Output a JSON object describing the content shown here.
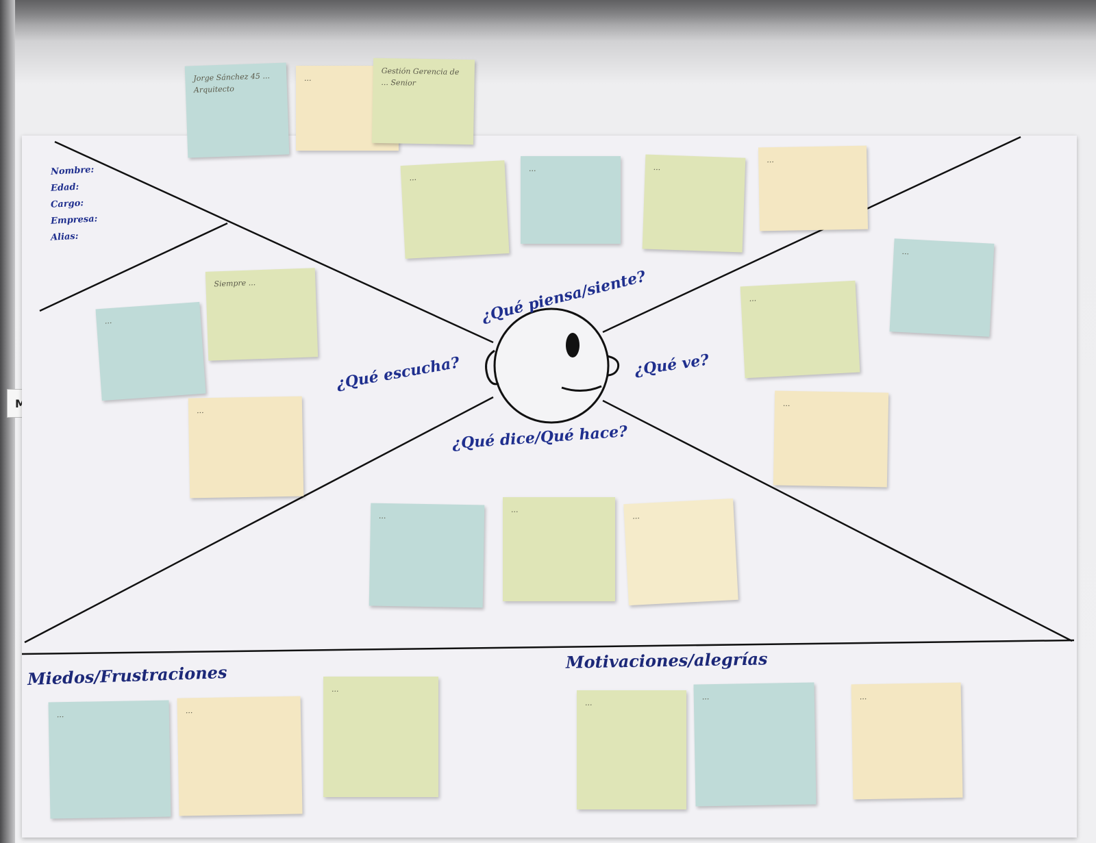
{
  "photo": {
    "description_labels": {
      "persona_fields": [
        "Nombre:",
        "Edad:",
        "Cargo:",
        "Empresa:",
        "Alias:"
      ],
      "questions": {
        "thinks_feels": "¿Qué piensa/siente?",
        "hears": "¿Qué escucha?",
        "sees": "¿Qué ve?",
        "says_does": "¿Qué dice/Qué hace?"
      },
      "sections": {
        "pains": "Miedos/Frustraciones",
        "gains": "Motivaciones/alegrías"
      }
    },
    "colors": {
      "wall": "#f0f0f2",
      "board": "#f2f1f5",
      "ink_lines": "#111111",
      "ink_marker": "#1f2f8e",
      "note_green": "#dfe5b7",
      "note_blue": "#bfdbd8",
      "note_yellow": "#f4e7c2"
    },
    "notes": {
      "persona": [
        {
          "color": "blue",
          "text": "Jorge Sánchez 45 ... Arquitecto"
        },
        {
          "color": "yellow",
          "text": "..."
        },
        {
          "color": "green",
          "text": "Gestión Gerencia de ... Senior"
        }
      ],
      "thinks": [
        {
          "color": "green",
          "text": "..."
        },
        {
          "color": "blue",
          "text": "..."
        },
        {
          "color": "green",
          "text": "..."
        },
        {
          "color": "yellow",
          "text": "..."
        }
      ],
      "hears": [
        {
          "color": "green",
          "text": "Siempre ..."
        },
        {
          "color": "blue",
          "text": "..."
        },
        {
          "color": "yellow",
          "text": "..."
        }
      ],
      "sees": [
        {
          "color": "blue",
          "text": "..."
        },
        {
          "color": "green",
          "text": "..."
        },
        {
          "color": "yellow",
          "text": "..."
        }
      ],
      "says": [
        {
          "color": "blue",
          "text": "..."
        },
        {
          "color": "green",
          "text": "..."
        },
        {
          "color": "yellow",
          "text": "..."
        }
      ],
      "pains": [
        {
          "color": "blue",
          "text": "..."
        },
        {
          "color": "yellow",
          "text": "..."
        },
        {
          "color": "green",
          "text": "..."
        }
      ],
      "gains": [
        {
          "color": "green",
          "text": "..."
        },
        {
          "color": "blue",
          "text": "..."
        },
        {
          "color": "yellow",
          "text": "..."
        }
      ]
    }
  }
}
